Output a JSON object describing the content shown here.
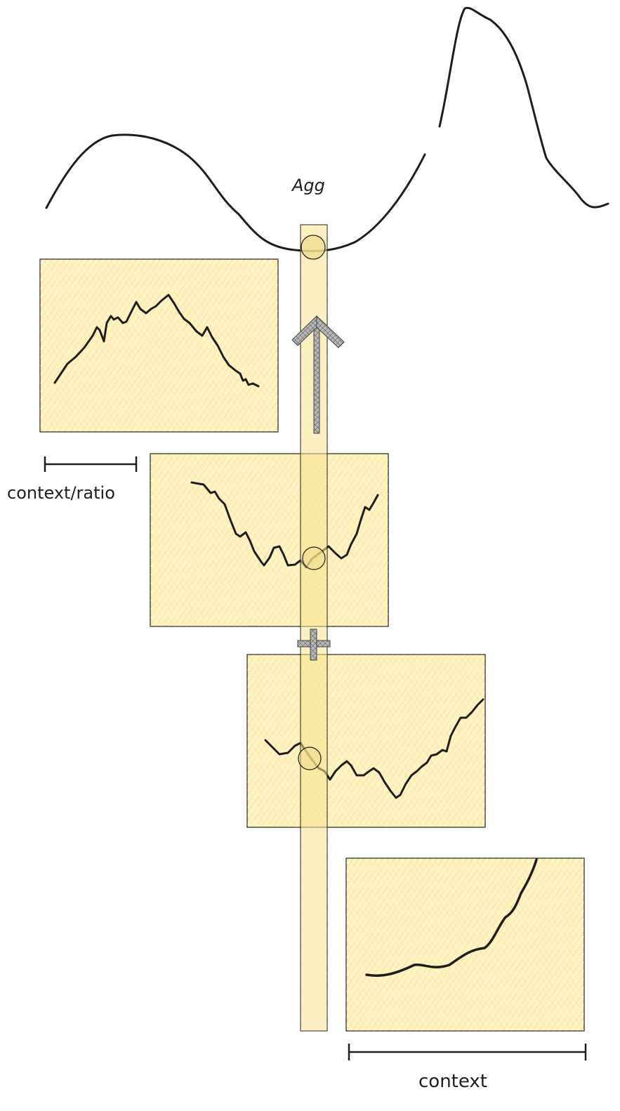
{
  "labels": {
    "aggregate": "Agg",
    "context_ratio": "context/ratio",
    "context": "context"
  },
  "colors": {
    "panel_fill": "#fdf3c4",
    "panel_stroke": "#1e1e1e",
    "hatch": "#f3dc73",
    "stroke": "#1e1e1e",
    "marker_fill": "#f0dc8a",
    "arrow_fill": "#9a9a9a"
  },
  "icons": [
    "up-arrow-icon",
    "plus-icon",
    "circle-marker-icon"
  ]
}
